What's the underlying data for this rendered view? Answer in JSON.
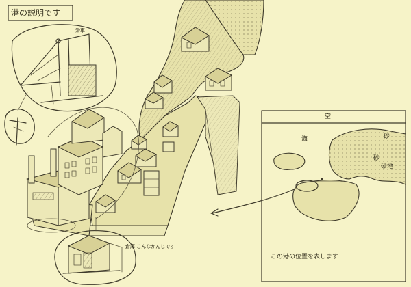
{
  "title": "港の説明です",
  "overview": {
    "labels": {
      "pulley": "滑車"
    }
  },
  "inset": {
    "sky_label": "空",
    "sea_label": "海",
    "land_label_1": "砂",
    "land_label_2": "砂",
    "land_label_3": "砂地",
    "caption": "この港の位置を表します"
  },
  "closeup": {
    "caption": "倉庫 こんなかんじです"
  },
  "colors": {
    "paper": "#f6f3c8",
    "ink": "#3f3b2c",
    "wash": "#e7e2aa"
  }
}
